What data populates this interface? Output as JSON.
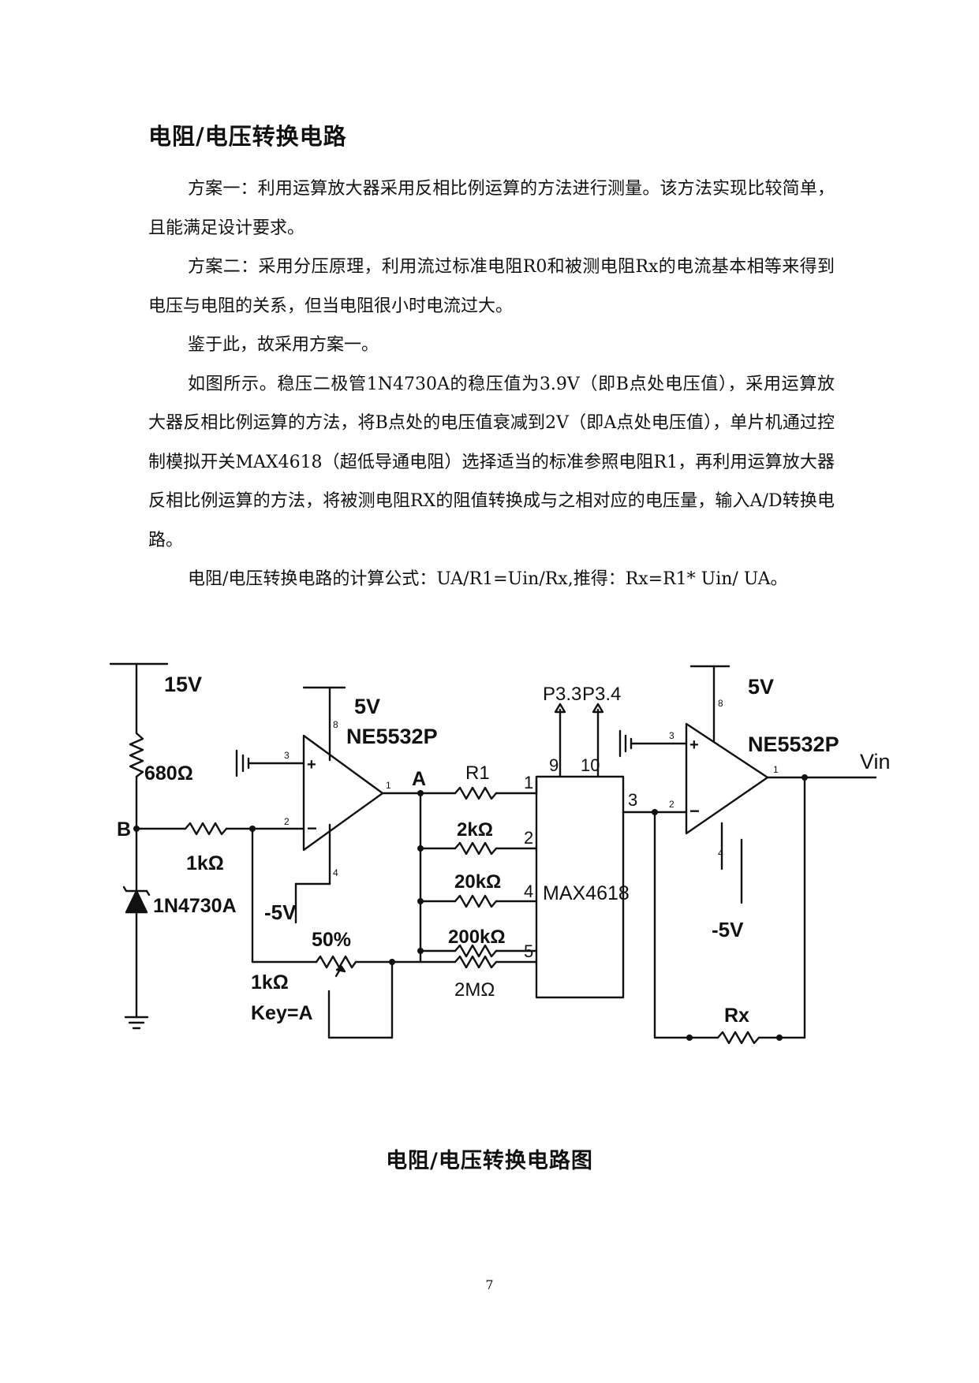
{
  "section_title": "电阻/电压转换电路",
  "paragraphs": [
    "方案一：利用运算放大器采用反相比例运算的方法进行测量。该方法实现比较简单，且能满足设计要求。",
    "方案二：采用分压原理，利用流过标准电阻R0和被测电阻Rx的电流基本相等来得到电压与电阻的关系，但当电阻很小时电流过大。",
    "鉴于此，故采用方案一。",
    "如图所示。稳压二极管1N4730A的稳压值为3.9V（即B点处电压值），采用运算放大器反相比例运算的方法，将B点处的电压值衰减到2V（即A点处电压值），单片机通过控制模拟开关MAX4618（超低导通电阻）选择适当的标准参照电阻R1，再利用运算放大器反相比例运算的方法，将被测电阻RX的阻值转换成与之相对应的电压量，输入A/D转换电路。",
    "电阻/电压转换电路的计算公式：UA/R1=Uin/Rx,推得：Rx=R1* Uin/ UA。"
  ],
  "diagram": {
    "supply_15v": "15V",
    "r_680": "680Ω",
    "node_b": "B",
    "r_1k": "1kΩ",
    "zener": "1N4730A",
    "opamp1_vcc": "5V",
    "opamp1_model": "NE5532P",
    "opamp1_vee": "-5V",
    "pin_3": "3",
    "pin_2": "2",
    "pin_1": "1",
    "pin_4": "4",
    "pin_8": "8",
    "plus_sign": "+",
    "minus_sign": "−",
    "node_a": "A",
    "pot_percent": "50%",
    "pot_value": "1kΩ",
    "pot_key": "Key=A",
    "r1_label": "R1",
    "r_2k": "2kΩ",
    "r_20k": "20kΩ",
    "r_200k": "200kΩ",
    "r_2m": "2MΩ",
    "mux_model": "MAX4618",
    "mux_pin_1": "1",
    "mux_pin_2": "2",
    "mux_pin_4": "4",
    "mux_pin_5": "5",
    "mux_pin_9": "9",
    "mux_pin_10": "10",
    "mux_pin_3": "3",
    "p33": "P3.3",
    "p34": "P3.4",
    "opamp2_vcc": "5V",
    "opamp2_model": "NE5532P",
    "opamp2_vee": "-5V",
    "rx_label": "Rx",
    "vin_label": "Vin"
  },
  "caption": "电阻/电压转换电路图",
  "page_number": "7"
}
